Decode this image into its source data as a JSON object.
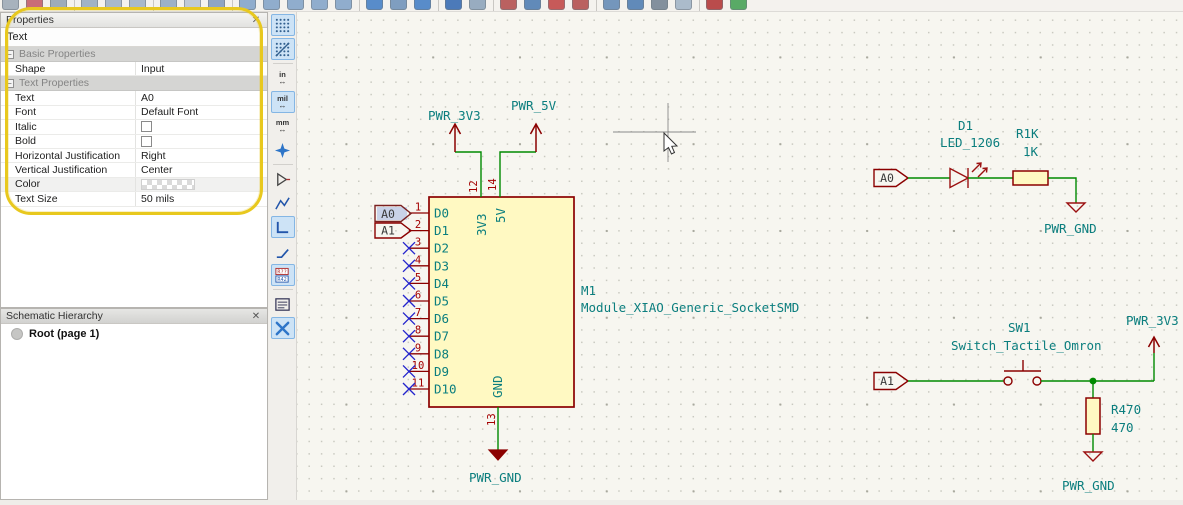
{
  "top_toolbar": {
    "icons": [
      {
        "name": "new-schematic-icon",
        "color": "#9AA7B5"
      },
      {
        "name": "open-recent-icon",
        "color": "#C25663"
      },
      {
        "name": "save-icon",
        "color": "#90A0B0"
      },
      {
        "sep": true
      },
      {
        "name": "page-settings-icon",
        "color": "#93A9BF"
      },
      {
        "name": "print-icon",
        "color": "#9DB0C4"
      },
      {
        "name": "plot-icon",
        "color": "#9DB0C4"
      },
      {
        "sep": true
      },
      {
        "name": "paste-icon",
        "color": "#8FA6C0"
      },
      {
        "name": "undo-icon",
        "color": "#B8C4D2"
      },
      {
        "name": "redo-icon",
        "color": "#7E98BC"
      },
      {
        "sep": true
      },
      {
        "name": "find-icon",
        "color": "#7FA2C8"
      },
      {
        "name": "zoom-in-icon",
        "color": "#7FA2C8"
      },
      {
        "name": "zoom-out-icon",
        "color": "#7FA2C8"
      },
      {
        "name": "zoom-fit-icon",
        "color": "#7FA2C8"
      },
      {
        "name": "zoom-selection-icon",
        "color": "#7FA2C8"
      },
      {
        "sep": true
      },
      {
        "name": "navigate-back-icon",
        "color": "#3D7BC4"
      },
      {
        "name": "navigate-up-icon",
        "color": "#6B90B8"
      },
      {
        "name": "navigate-forward-icon",
        "color": "#3D7BC4"
      },
      {
        "sep": true
      },
      {
        "name": "hierarchy-sheet-icon",
        "color": "#2F66B0"
      },
      {
        "name": "leave-sheet-icon",
        "color": "#88A0B8"
      },
      {
        "sep": true
      },
      {
        "name": "footprint-editor-icon",
        "color": "#B04848"
      },
      {
        "name": "symbol-editor-icon",
        "color": "#4878B0"
      },
      {
        "name": "annotate-schematic-icon",
        "color": "#C04040"
      },
      {
        "name": "erc-icon",
        "color": "#B04848"
      },
      {
        "sep": true
      },
      {
        "name": "assign-footprints-icon",
        "color": "#5E86B4"
      },
      {
        "name": "edit-symbol-fields-icon",
        "color": "#4878B0"
      },
      {
        "name": "bom-icon",
        "color": "#708090"
      },
      {
        "name": "netlist-icon",
        "color": "#9FB2C6"
      },
      {
        "sep": true
      },
      {
        "name": "pcbnew-icon",
        "color": "#B03030"
      },
      {
        "name": "run-pcb-icon",
        "color": "#3E9E4F"
      }
    ]
  },
  "properties_panel": {
    "title": "Properties",
    "subtitle": "Text",
    "close_label": "✕",
    "sections": [
      {
        "label": "Basic Properties",
        "rows": [
          {
            "label": "Shape",
            "value": "Input",
            "type": "text"
          }
        ]
      },
      {
        "label": "Text Properties",
        "rows": [
          {
            "label": "Text",
            "value": "A0",
            "type": "text"
          },
          {
            "label": "Font",
            "value": "Default Font",
            "type": "text"
          },
          {
            "label": "Italic",
            "type": "checkbox",
            "checked": false
          },
          {
            "label": "Bold",
            "type": "checkbox",
            "checked": false
          },
          {
            "label": "Horizontal Justification",
            "value": "Right",
            "type": "text"
          },
          {
            "label": "Vertical Justification",
            "value": "Center",
            "type": "text"
          },
          {
            "label": "Color",
            "type": "swatch",
            "gray": true
          },
          {
            "label": "Text Size",
            "value": "50 mils",
            "type": "text"
          }
        ]
      }
    ]
  },
  "hierarchy_panel": {
    "title": "Schematic Hierarchy",
    "close_label": "✕",
    "root_label": "Root (page 1)"
  },
  "left_toolbar": {
    "items": [
      {
        "name": "grid-dots-icon",
        "selected": true
      },
      {
        "name": "grid-axes-icon",
        "selected": true
      },
      {
        "sep": true
      },
      {
        "name": "unit-inches-icon",
        "text": "in",
        "selected": false
      },
      {
        "name": "unit-mils-icon",
        "text": "mil",
        "selected": true
      },
      {
        "name": "unit-mm-icon",
        "text": "mm",
        "selected": false
      },
      {
        "name": "cursor-shape-icon",
        "selected": false
      },
      {
        "sep": true
      },
      {
        "name": "hidden-pins-icon",
        "selected": false
      },
      {
        "name": "free-angle-wires-icon",
        "selected": false
      },
      {
        "name": "hv-wires-icon",
        "selected": true
      },
      {
        "name": "45deg-wires-icon",
        "selected": false
      },
      {
        "name": "annotate-refs-icon",
        "selected": true
      },
      {
        "sep": true
      },
      {
        "name": "hierarchy-navigator-icon",
        "selected": false
      },
      {
        "name": "properties-panel-toggle-icon",
        "selected": true
      }
    ]
  },
  "schematic": {
    "component": {
      "reference": "M1",
      "value": "Module_XIAO_Generic_SocketSMD",
      "left_pins": [
        {
          "num": "1",
          "name": "D0"
        },
        {
          "num": "2",
          "name": "D1"
        },
        {
          "num": "3",
          "name": "D2",
          "nc": true
        },
        {
          "num": "4",
          "name": "D3",
          "nc": true
        },
        {
          "num": "5",
          "name": "D4",
          "nc": true
        },
        {
          "num": "6",
          "name": "D5",
          "nc": true
        },
        {
          "num": "7",
          "name": "D6",
          "nc": true
        },
        {
          "num": "8",
          "name": "D7",
          "nc": true
        },
        {
          "num": "9",
          "name": "D8",
          "nc": true
        },
        {
          "num": "10",
          "name": "D9",
          "nc": true
        },
        {
          "num": "11",
          "name": "D10",
          "nc": true
        }
      ],
      "top_pins": [
        {
          "num": "12",
          "name": "3V3"
        },
        {
          "num": "14",
          "name": "5V"
        }
      ],
      "bottom_pin": {
        "num": "13",
        "name": "GND"
      }
    },
    "global_labels": {
      "a0_module": "A0",
      "a1_module": "A1",
      "a0_led": "A0",
      "a1_switch": "A1"
    },
    "power_labels": {
      "pwr_3v3_top": "PWR_3V3",
      "pwr_5v_top": "PWR_5V",
      "pwr_gnd_module": "PWR_GND",
      "pwr_gnd_led": "PWR_GND",
      "pwr_3v3_switch": "PWR_3V3",
      "pwr_gnd_switch": "PWR_GND"
    },
    "led": {
      "reference": "D1",
      "value": "LED_1206"
    },
    "resistor1": {
      "reference": "R1K",
      "value": "1K"
    },
    "switch": {
      "reference": "SW1",
      "value": "Switch_Tactile_Omron"
    },
    "resistor2": {
      "reference": "R470",
      "value": "470"
    }
  },
  "colors": {
    "wire": "#008A00",
    "symbol": "#8B0000",
    "pin_number": "#A40000",
    "text_teal": "#0B7E7E",
    "no_connect": "#2424CC",
    "component_fill": "#FFF9C2",
    "selection": "#C9D2E8",
    "annotation": "#E8C81E"
  }
}
